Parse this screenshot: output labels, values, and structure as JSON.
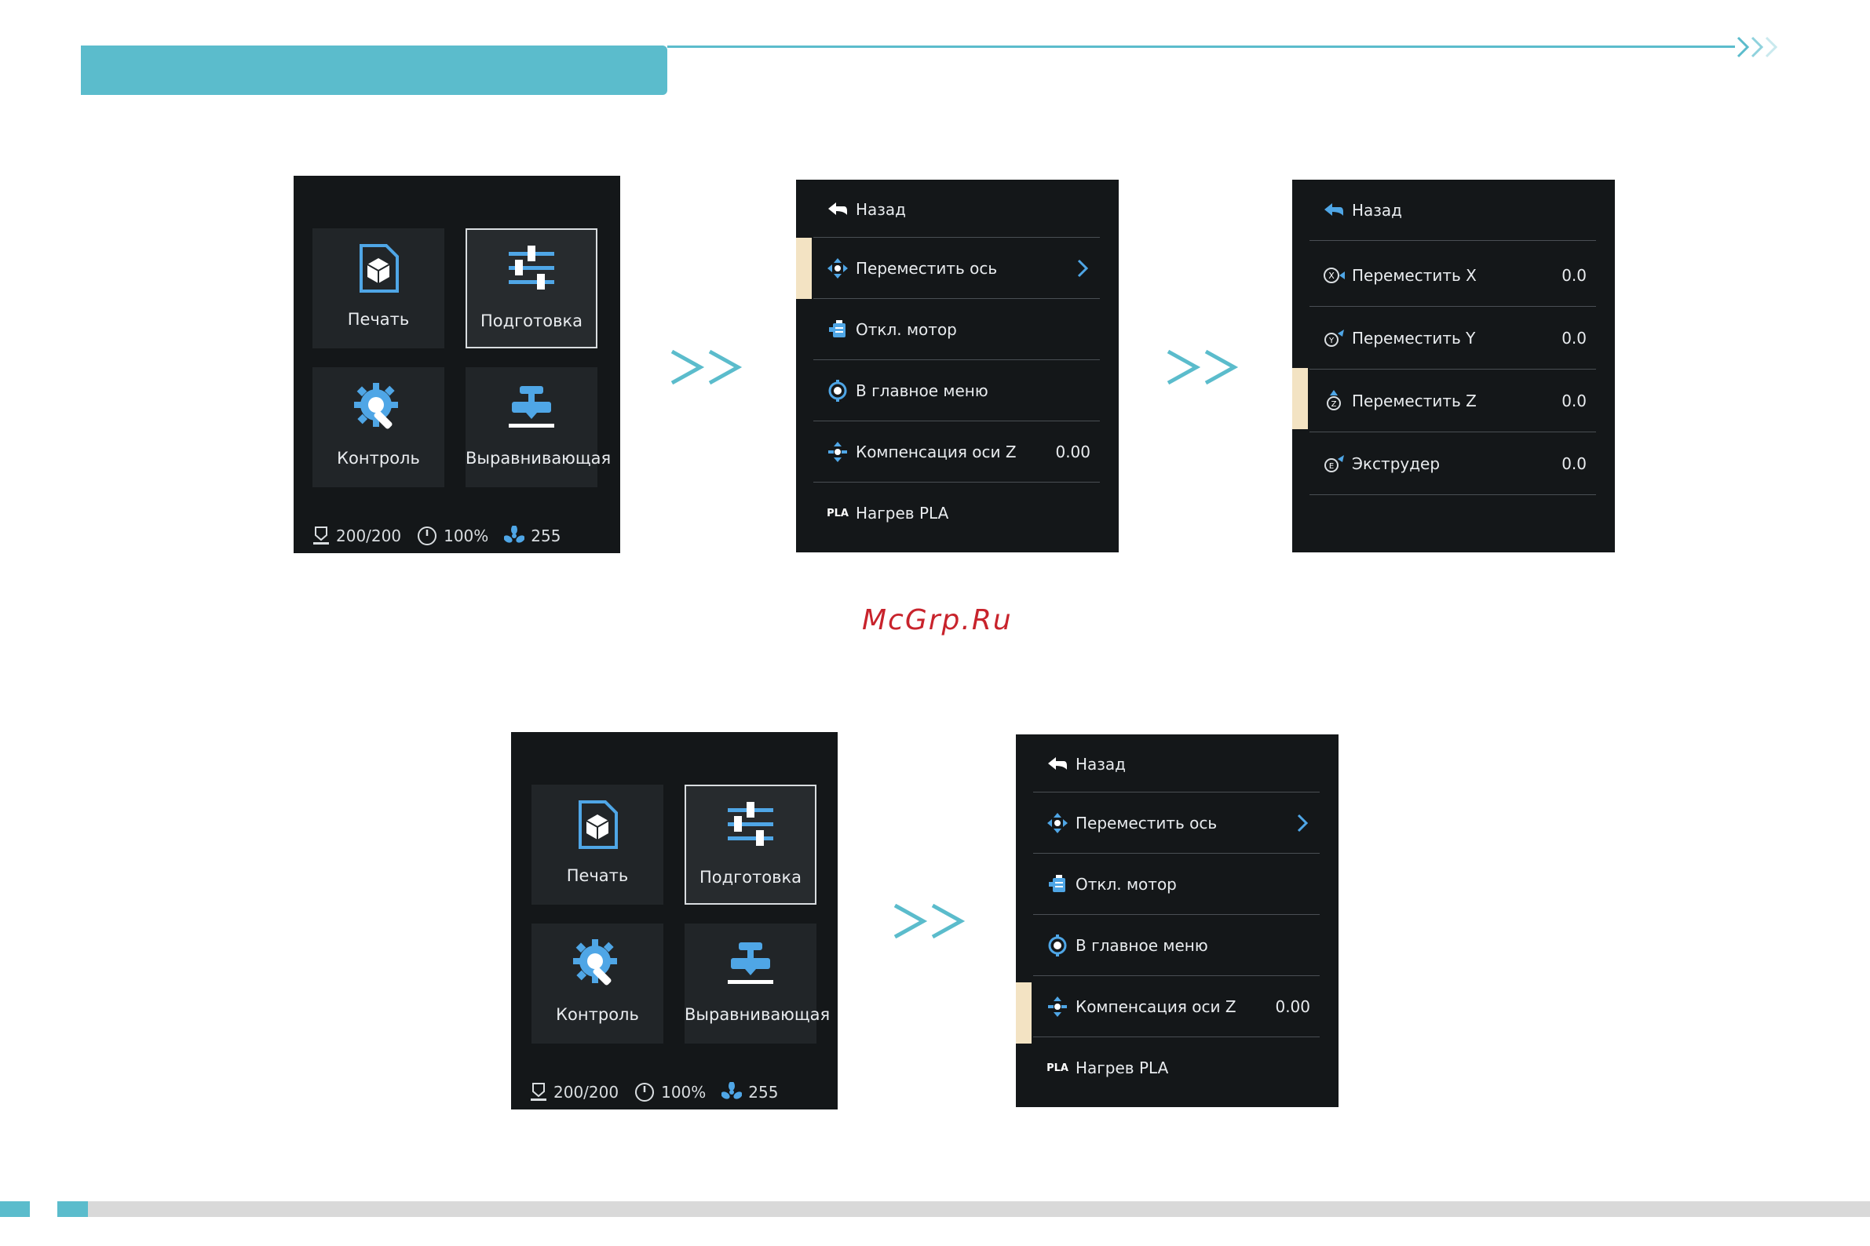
{
  "watermark": "McGrp.Ru",
  "arrow_text": ">>",
  "colors": {
    "accent": "#5bbccc",
    "screen_bg": "#141719",
    "marker": "#f3e3c3",
    "icon_blue": "#4fa6e6",
    "watermark": "#c8232c"
  },
  "home": {
    "tiles": {
      "print": "Печать",
      "prepare": "Подготовка",
      "control": "Контроль",
      "level": "Выравнивающая"
    },
    "status": {
      "temp": "200/200",
      "speed": "100%",
      "fan": "255"
    }
  },
  "prepare_menu": {
    "back": "Назад",
    "move_axis": "Переместить ось",
    "disable_motor": "Откл. мотор",
    "main_menu": "В главное меню",
    "z_offset": "Компенсация оси Z",
    "z_offset_value": "0.00",
    "preheat": "Нагрев PLA",
    "pla_badge": "PLA"
  },
  "move_menu": {
    "back": "Назад",
    "move_x": "Переместить X",
    "move_y": "Переместить Y",
    "move_z": "Переместить Z",
    "extruder": "Экструдер",
    "x_value": "0.0",
    "y_value": "0.0",
    "z_value": "0.0",
    "e_value": "0.0"
  }
}
